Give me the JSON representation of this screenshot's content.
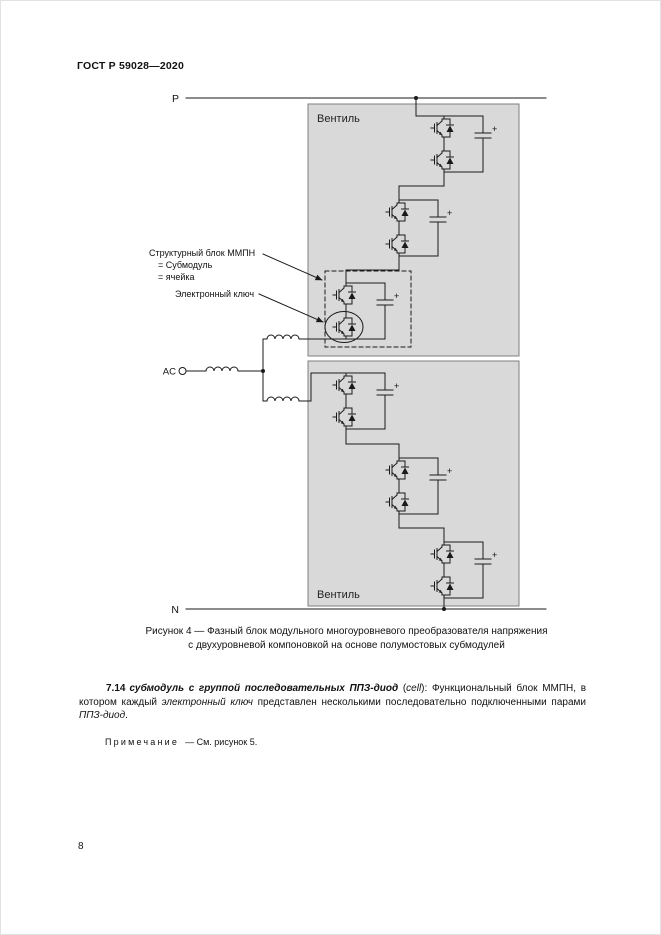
{
  "page": {
    "header": "ГОСТ Р 59028—2020",
    "number": "8"
  },
  "diagram": {
    "terminal_p": "P",
    "terminal_n": "N",
    "terminal_ac": "AC",
    "valve_top_label": "Вентиль",
    "valve_bottom_label": "Вентиль",
    "block_label_line1": "Структурный блок ММПН",
    "block_label_line2": "= Субмодуль",
    "block_label_line3": "= ячейка",
    "switch_label": "Электронный ключ",
    "plus_label": "+",
    "colors": {
      "valve_fill": "#d9d9d9",
      "valve_border": "#7f7f7f",
      "line": "#1a1a1a"
    }
  },
  "caption": {
    "line1": "Рисунок 4 — Фазный блок модульного многоуровневого преобразователя напряжения",
    "line2": "с двухуровневой компоновкой на основе полумостовых субмодулей"
  },
  "para714": {
    "number": "7.14",
    "term": "субмодуль с группой последовательных ППЗ-диод",
    "cell_pre": " (",
    "cell": "cell",
    "cell_post": "): ",
    "def1": "Функциональный блок ММПН, в котором каждый ",
    "em1": "электронный ключ",
    "def2": " представлен несколькими последовательно подключенными парами ",
    "em2": "ППЗ-диод",
    "def3": "."
  },
  "note": {
    "label": "Примечание",
    "text": "— См. рисунок 5."
  }
}
